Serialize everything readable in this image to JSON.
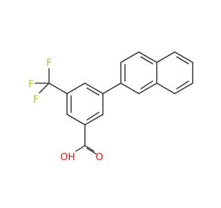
{
  "molecule": {
    "atoms": {
      "F1": "F",
      "F2": "F",
      "F3": "F",
      "O_carbonyl": "O",
      "OH": "OH"
    },
    "colors": {
      "bond": "#3c3c3c",
      "fluorine": "#9acd32",
      "oxygen": "#ff0d0d"
    }
  }
}
